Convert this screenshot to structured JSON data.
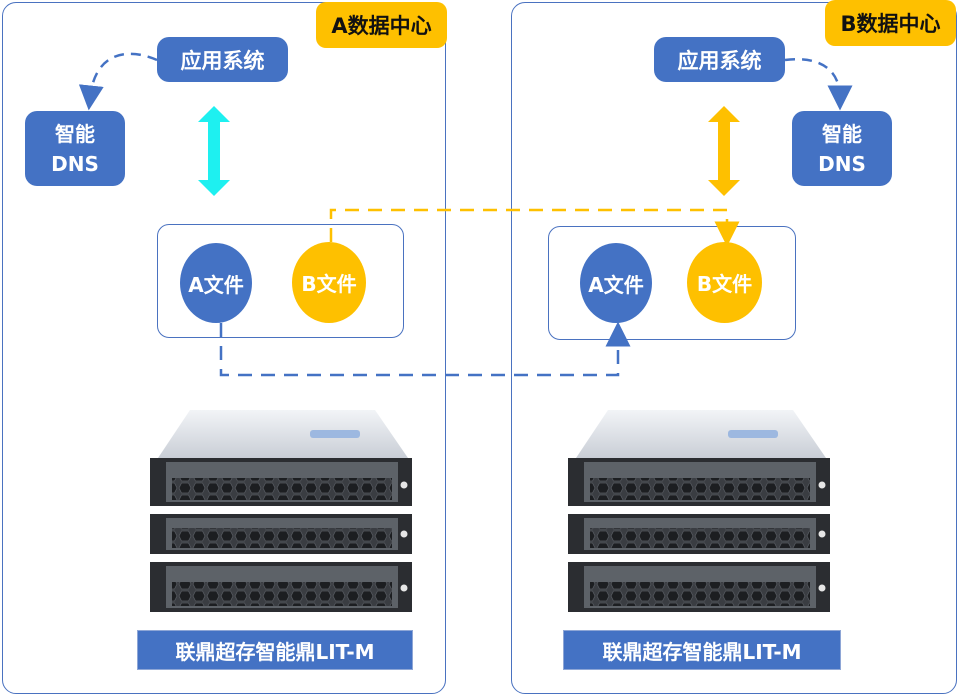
{
  "colors": {
    "blue": "#4472c4",
    "yellow": "#fec000",
    "cyan": "#1ef0f0",
    "frame": "#4a72c0"
  },
  "datacenters": [
    {
      "title": "A数据中心",
      "app_system": "应用系统",
      "dns_line1": "智能",
      "dns_line2": "DNS",
      "files": [
        "A文件",
        "B文件"
      ],
      "product": "联鼎超存智能鼎LIT-M",
      "sync_arrow_color": "cyan"
    },
    {
      "title": "B数据中心",
      "app_system": "应用系统",
      "dns_line1": "智能",
      "dns_line2": "DNS",
      "files": [
        "A文件",
        "B文件"
      ],
      "product": "联鼎超存智能鼎LIT-M",
      "sync_arrow_color": "yellow"
    }
  ],
  "replication": [
    {
      "from": "A数据中心 A文件",
      "to": "B数据中心 A文件",
      "style": "dashed",
      "color": "blue"
    },
    {
      "from": "A数据中心 B文件",
      "to": "B数据中心 B文件",
      "style": "dashed",
      "color": "yellow"
    }
  ],
  "server_units_per_center": 3
}
